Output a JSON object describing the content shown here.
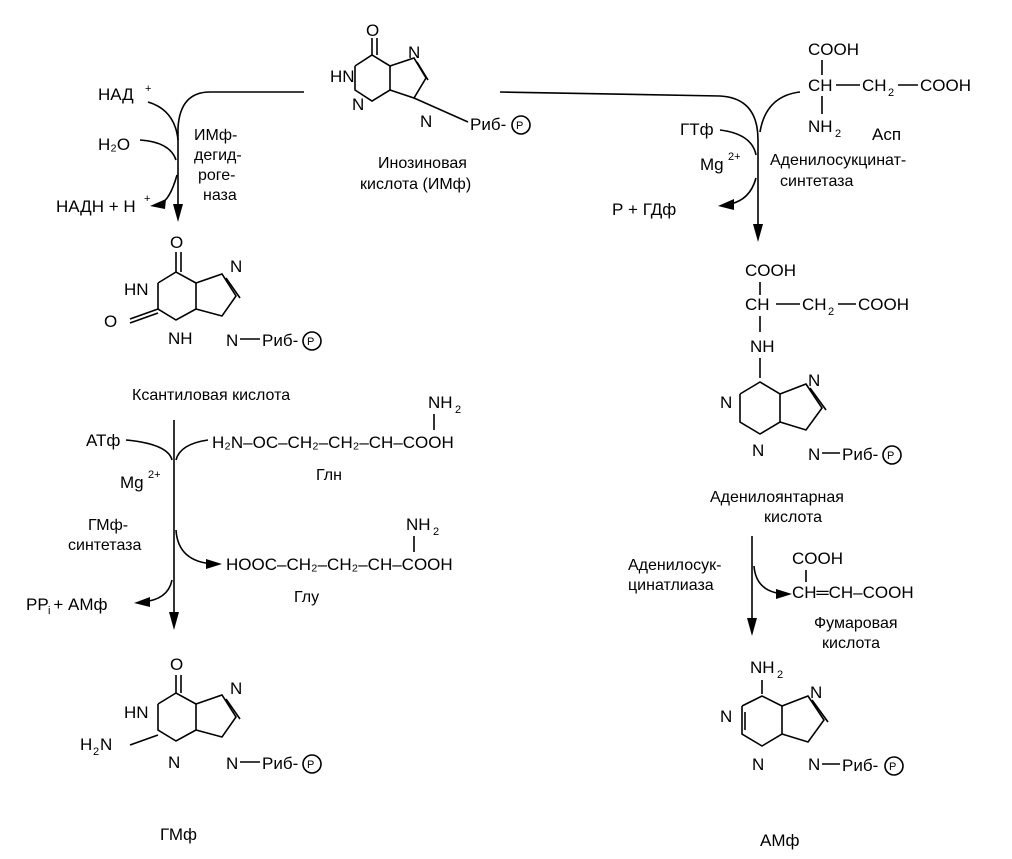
{
  "compounds": {
    "imp_name": [
      "Инозиновая",
      "кислота (ИМф)"
    ],
    "xmp_name": "Ксантиловая кислота",
    "gmp_name": "ГМф",
    "amp_name": "АМф",
    "adenylosuccinate_name": [
      "Аденилоянтарная",
      "кислота"
    ],
    "fumarate_name": [
      "Фумаровая",
      "кислота"
    ],
    "gln": "Глн",
    "glu": "Глу",
    "asp": "Асп"
  },
  "enzymes": {
    "imp_dehydrogenase": [
      "ИМф-",
      "дегид-",
      "роге-",
      "наза"
    ],
    "gmp_synthetase": [
      "ГМф-",
      "синтетаза"
    ],
    "adenylosuccinate_synthetase": [
      "Аденилосукцинат-",
      "синтетаза"
    ],
    "adenylosuccinate_lyase": [
      "Аденилосук-",
      "цинатлиаза"
    ]
  },
  "cofactors": {
    "nad": "НАД",
    "h2o": "H₂O",
    "nadh": "НАДН + Н",
    "atp": "АТф",
    "mg_left": "Mg",
    "ppi_amp": "РР + АМф",
    "gtp": "ГТф",
    "mg_right": "Mg",
    "pi_gdp": "Р + ГДф"
  },
  "labels": {
    "rib_p": "Риб-",
    "p": "Р",
    "o": "O",
    "n": "N",
    "hn": "HN",
    "nh": "NH",
    "nh2": "NH",
    "h2n": "H",
    "cooh": "COOH",
    "ch": "CH",
    "ch2": "CH",
    "hooc": "HOOC",
    "ch_eq_ch": "CH═CH–COOH",
    "gln_formula": "H₂N–OC–CH₂–CH₂–CH–COOH",
    "glu_formula": "HOOC–CH₂–CH₂–CH–COOH"
  }
}
